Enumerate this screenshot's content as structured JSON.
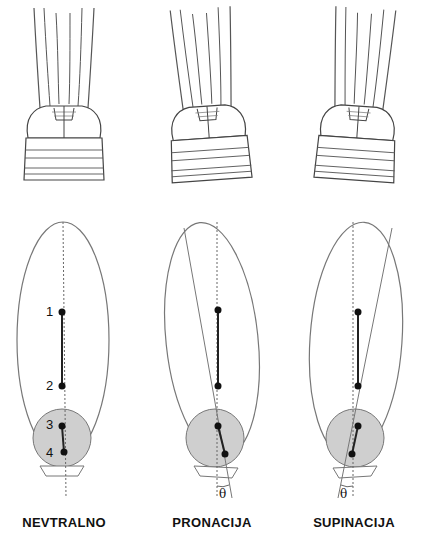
{
  "diagram": {
    "labels": [
      "1",
      "2",
      "3",
      "4",
      "θ",
      "θ",
      "NEVTRALNO",
      "PRONACIJA",
      "SUPINACIJA"
    ]
  }
}
